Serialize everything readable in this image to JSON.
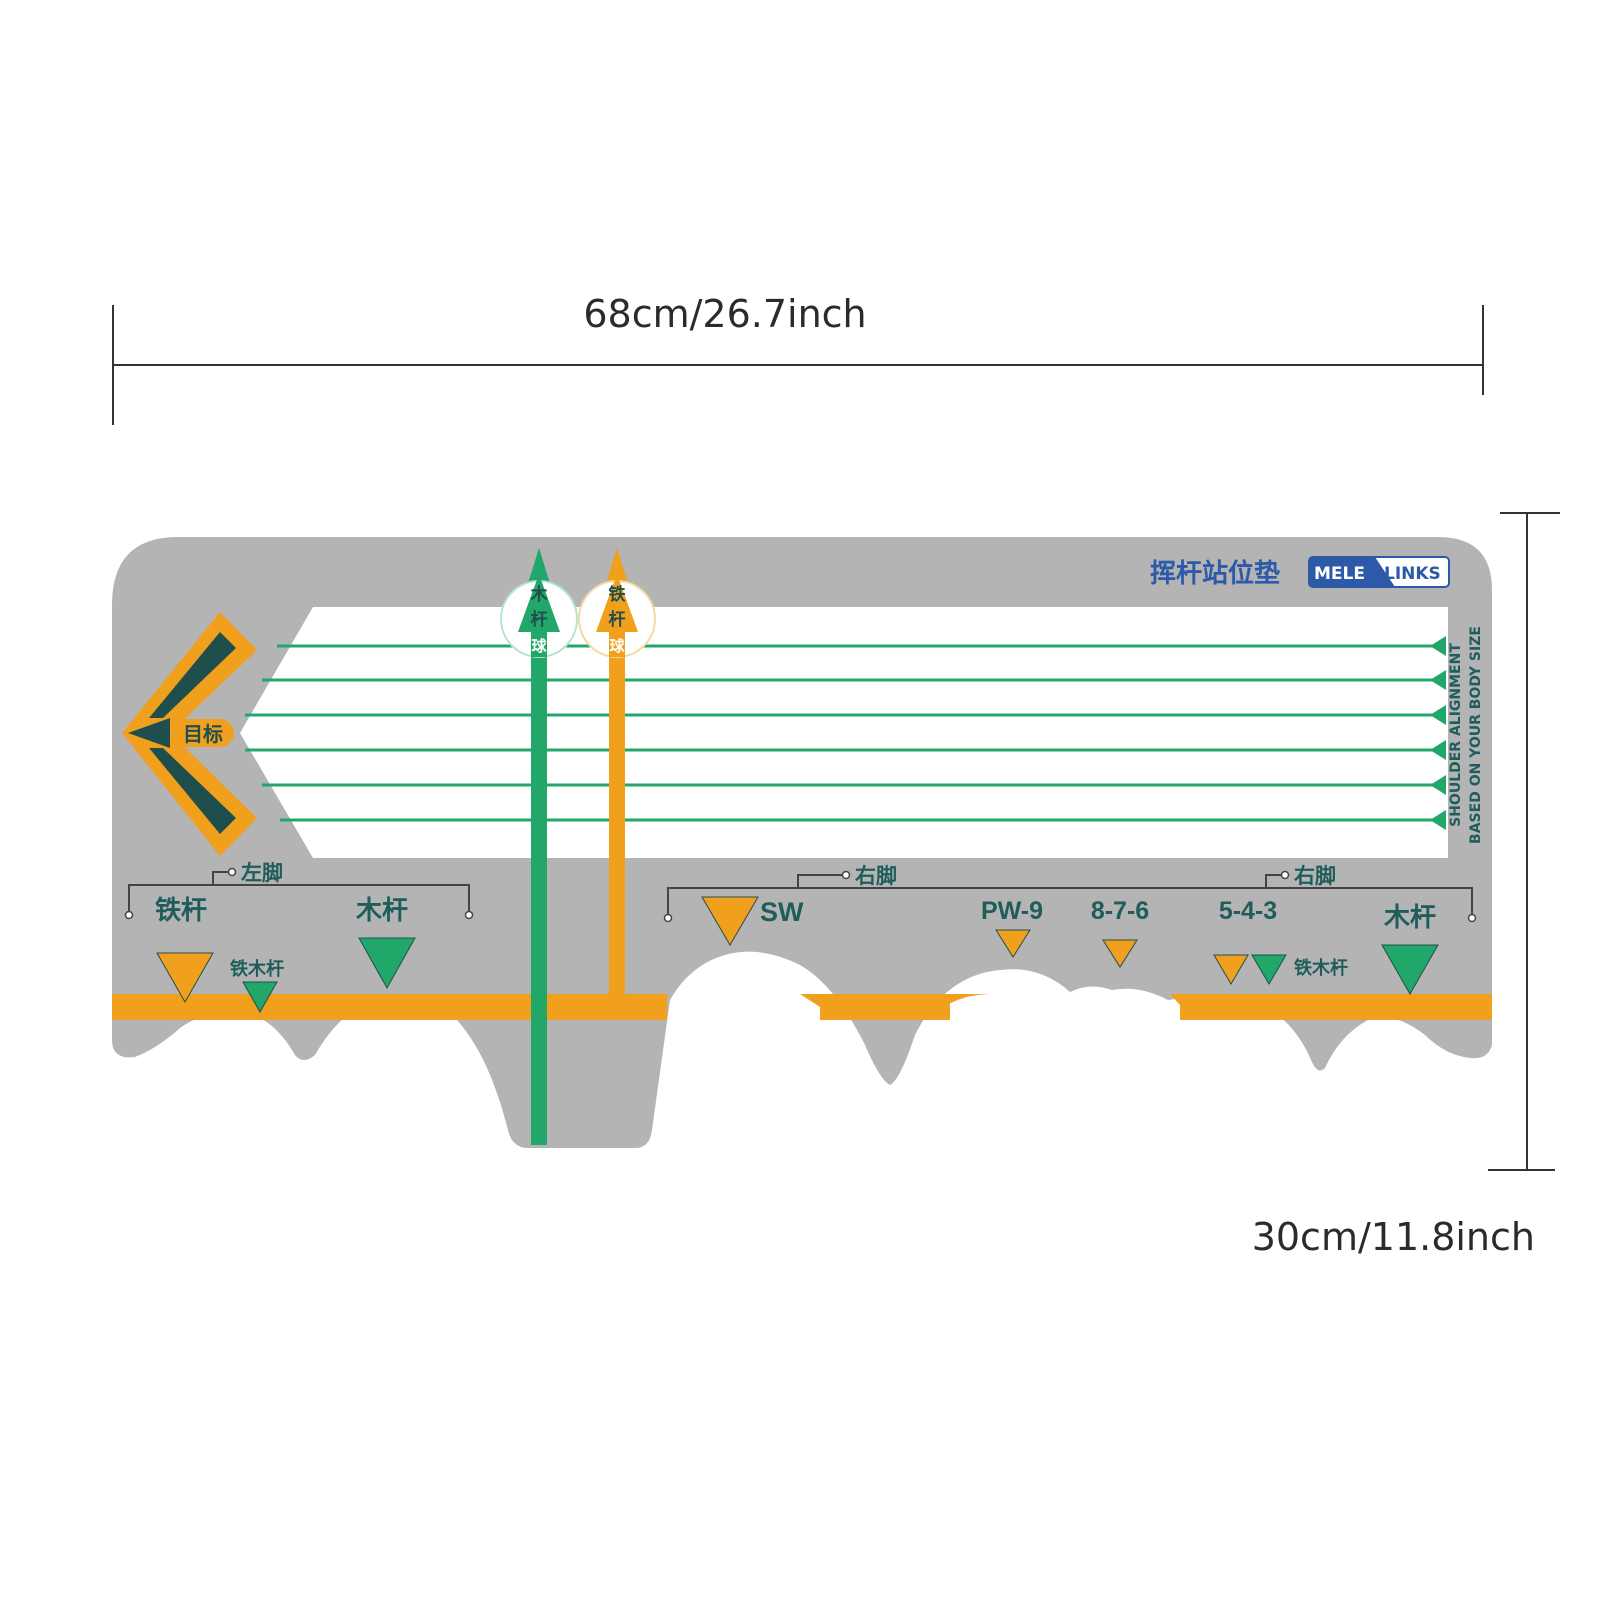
{
  "dimensions": {
    "width_label": "68cm/26.7inch",
    "height_label": "30cm/11.8inch"
  },
  "mat": {
    "title": "挥杆站位垫",
    "brand": {
      "part1": "MELE",
      "part2": "LINKS"
    },
    "target_label": "目标",
    "shoulder_text_line1": "SHOULDER ALIGNMENT",
    "shoulder_text_line2": "BASED ON YOUR BODY SIZE",
    "wood_ball_label": [
      "木",
      "杆",
      "球"
    ],
    "iron_ball_label": [
      "铁",
      "杆",
      "球"
    ],
    "left_foot": {
      "label": "左脚",
      "iron": "铁杆",
      "wood": "木杆",
      "iron_wood": "铁木杆"
    },
    "right_foot_1": {
      "label": "右脚",
      "sw": "SW",
      "pw9": "PW-9",
      "c876": "8-7-6"
    },
    "right_foot_2": {
      "label": "右脚",
      "c543": "5-4-3",
      "iron_wood": "铁木杆",
      "wood": "木杆"
    }
  },
  "colors": {
    "mat_gray": "#b4b4b4",
    "orange": "#f0a01c",
    "green": "#22a76a",
    "dark_teal": "#1f4f4d",
    "brand_blue": "#2d5aa8",
    "text_teal": "#1f5d5b"
  }
}
